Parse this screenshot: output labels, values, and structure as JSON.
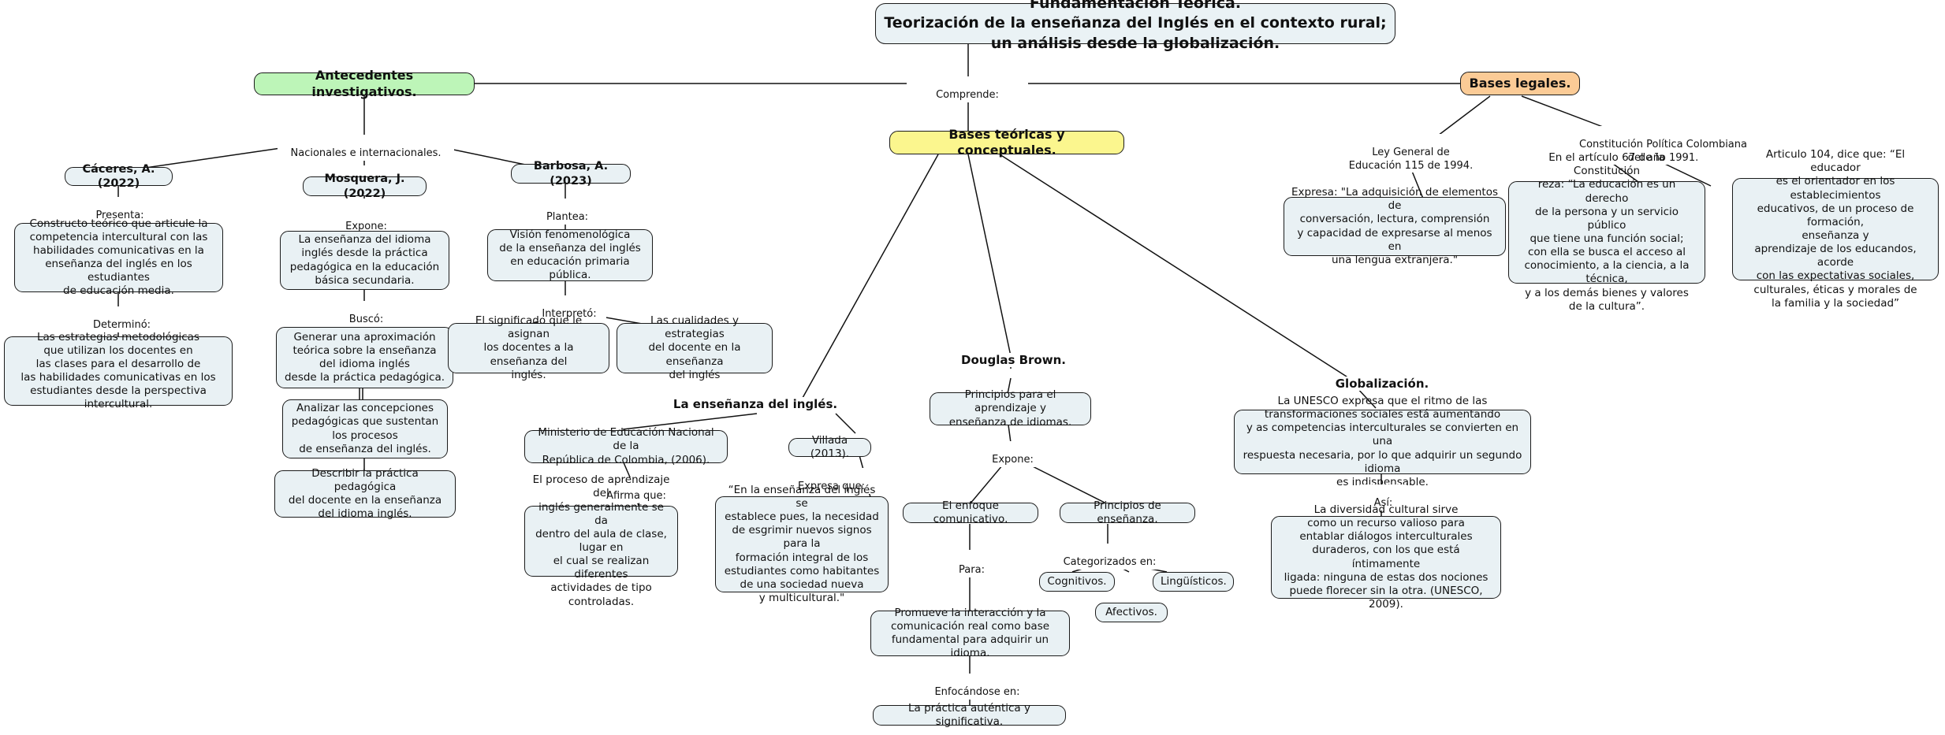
{
  "map": {
    "title_node": "Fundamentación Teórica.\nTeorización de la enseñanza del Inglés en el contexto rural; un análisis desde la globalización.",
    "colors": {
      "node_fill": "#e9f1f4",
      "node_border": "#1b1b1b",
      "antecedentes_fill": "#bdf5b8",
      "bases_legales_fill": "#fbcb96",
      "bases_teoricas_fill": "#fbf68e"
    },
    "branches": {
      "antecedentes": "Antecedentes investigativos.",
      "bases_teoricas": "Bases teóricas y conceptuales.",
      "bases_legales": "Bases legales."
    },
    "connector_labels": {
      "comprende": "Comprende:",
      "nacionales": "Nacionales e internacionales.",
      "presenta": "Presenta:",
      "determino": "Determinó:",
      "expone_mosquera": "Expone:",
      "busco": "Buscó:",
      "plantea": "Plantea:",
      "interpreto": "Interpretó:",
      "afirma_que": "Afirma que:",
      "expresa_que": "Expresa que:",
      "expone_brown": "Expone:",
      "categorizados": "Categorizados en:",
      "para": "Para:",
      "enfocandose": "Enfocándose en:",
      "asi": "Así:",
      "ley_general": "Ley General de\nEducación 115 de 1994.",
      "constitucion": "Constitución Política Colombiana\ndel año 1991."
    },
    "free_headings": {
      "ensenanza_ingles": "La enseñanza del inglés.",
      "douglas_brown": "Douglas Brown.",
      "globalizacion": "Globalización."
    },
    "nodes": {
      "caceres": "Cáceres, A. (2022)",
      "caceres_constructo": "Constructo teórico que articule la\ncompetencia intercultural con las\nhabilidades comunicativas en la\nenseñanza del inglés en los estudiantes\nde educación media.",
      "caceres_estrategias": "Las estrategias metodológicas\nque utilizan los docentes en\nlas clases para el desarrollo de\nlas habilidades comunicativas en los\nestudiantes desde la perspectiva intercultural.",
      "mosquera": "Mosquera, J. (2022)",
      "mosquera_ensenanza": "La enseñanza del idioma\ninglés desde la práctica\npedagógica en la educación\nbásica secundaria.",
      "mosquera_generar": "Generar una aproximación\nteórica sobre la enseñanza\ndel idioma inglés\ndesde la práctica pedagógica.",
      "mosquera_analizar": "Analizar las concepciones\npedagógicas que sustentan\nlos procesos\nde enseñanza del inglés.",
      "mosquera_describir": "Describir la práctica pedagógica\ndel docente en la enseñanza\ndel idioma inglés.",
      "barbosa": "Barbosa, A. (2023)",
      "barbosa_vision": "Visión fenomenológica\nde la enseñanza del inglés\nen educación primaria pública.",
      "barbosa_significado": "El significado que le asignan\nlos docentes a la enseñanza del\ninglés.",
      "barbosa_cualidades": "Las cualidades y estrategias\ndel docente en la enseñanza\ndel inglés",
      "men": "Ministerio de Educación Nacional de la\nRepública de Colombia, (2006).",
      "men_proceso": "El proceso de aprendizaje del\ninglés generalmente se da\ndentro del aula de clase, lugar en\nel cual se realizan diferentes\nactividades de tipo controladas.",
      "villada": "Villada (2013).",
      "villada_cita": "“En la enseñanza del inglés se\nestablece pues, la necesidad\nde esgrimir nuevos signos para la\nformación integral de los\nestudiantes como habitantes\nde una sociedad nueva\ny multicultural.\"",
      "brown_principios": "Principios para el aprendizaje y\nenseñanza de idiomas.",
      "enfoque_comunicativo": "El enfoque comunicativo.",
      "principios_ensenanza": "Principios de enseñanza.",
      "cognitivos": "Cognitivos.",
      "afectivos": "Afectivos.",
      "linguisticos": "Lingüísticos.",
      "promueve": "Promueve la interacción y la\ncomunicación real como base\nfundamental para adquirir un idioma.",
      "practica_autentica": "La práctica auténtica y significativa.",
      "unesco_ritmo": "La UNESCO expresa que el ritmo de las\ntransformaciones sociales está aumentando\ny as competencias interculturales se convierten en una\nrespuesta necesaria, por lo que adquirir un segundo idioma\nes indispensable.",
      "unesco_diversidad": "La diversidad cultural sirve\ncomo un recurso valioso para\nentablar diálogos interculturales\nduraderos, con los que está íntimamente\nligada: ninguna de estas dos nociones\npuede florecer sin la otra. (UNESCO, 2009).",
      "ley_expresa": "Expresa: \"La adquisición de elementos de\nconversación, lectura, comprensión\ny capacidad de expresarse al menos en\nuna lengua extranjera.\"",
      "articulo67": "En el artículo 67 de la Constitución\nreza: “La educación es un derecho\nde la persona y un servicio público\nque tiene una función social;\ncon ella se busca el acceso al\nconocimiento, a la ciencia, a la técnica,\ny a los demás bienes y valores\nde la cultura”.",
      "articulo104": "Articulo 104, dice que: “El educador\nes el orientador en los establecimientos\neducativos, de un proceso de formación,\nenseñanza y\naprendizaje de los educandos, acorde\ncon las expectativas sociales,\nculturales, éticas y morales de\nla familia y la sociedad”"
    }
  }
}
